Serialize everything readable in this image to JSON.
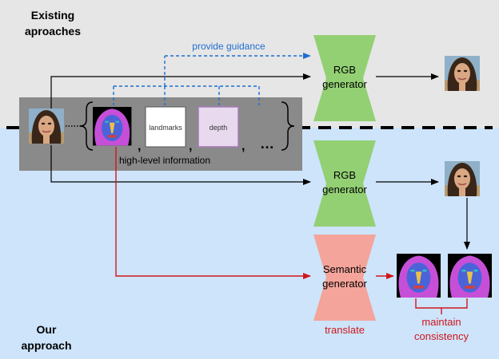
{
  "sections": {
    "existing_label_line1": "Existing",
    "existing_label_line2": "aproaches",
    "our_label_line1": "Our",
    "our_label_line2": "approach"
  },
  "top": {
    "guidance_label": "provide guidance",
    "rgb_generator_line1": "RGB",
    "rgb_generator_line2": "generator"
  },
  "high_level": {
    "landmarks_label": "landmarks",
    "depth_label": "depth",
    "ellipsis": "…",
    "caption": "high-level information"
  },
  "bottom": {
    "rgb_generator_line1": "RGB",
    "rgb_generator_line2": "generator",
    "semantic_generator_line1": "Semantic",
    "semantic_generator_line2": "generator",
    "translate_label": "translate",
    "maintain_line1": "maintain",
    "maintain_line2": "consistency"
  },
  "colors": {
    "top_band": "#e6e6e6",
    "bottom_band": "#cde4fb",
    "gray_box": "#8a8a8a",
    "rgb_generator": "#93d074",
    "semantic_generator": "#f4a49a",
    "guidance_blue": "#1f6fd1",
    "red_arrow": "#d0161c",
    "face_mask": "#c64fd8",
    "face_blue": "#4b63d9",
    "depth_fill": "#e8d9ee",
    "depth_stroke": "#a77ab8"
  },
  "icons": [
    "face-photo-icon",
    "segmentation-mask-icon",
    "landmarks-icon",
    "depth-map-icon",
    "arrow-icon"
  ]
}
